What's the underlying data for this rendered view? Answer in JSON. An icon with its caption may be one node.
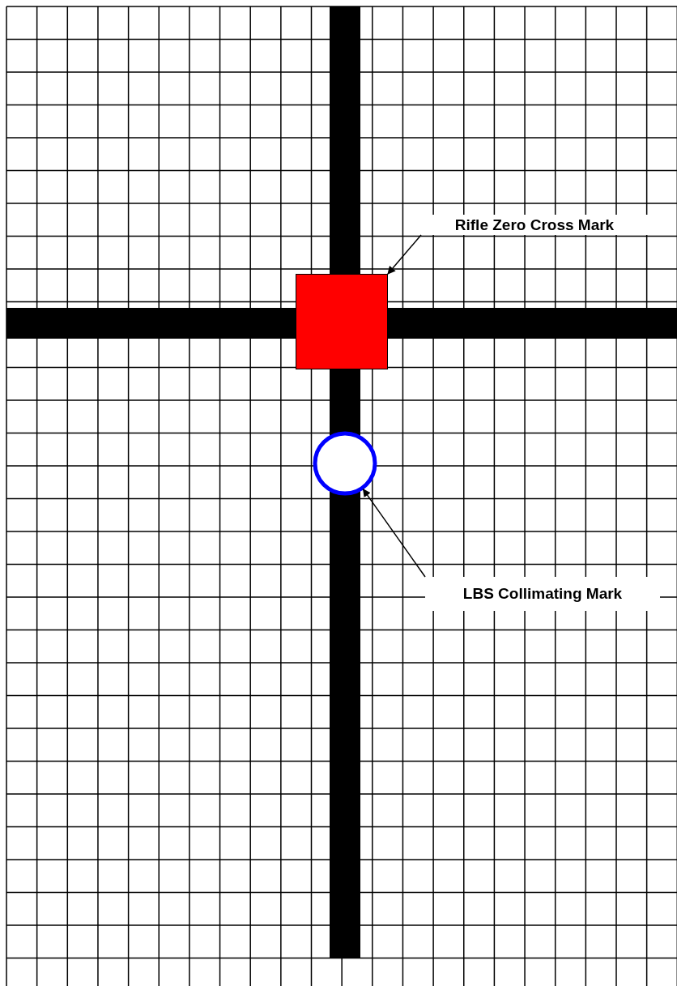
{
  "diagram": {
    "nodes": [
      {
        "text": [
          "Rifle Zero Cross Mark"
        ]
      },
      {
        "text": [],
        "shape": "box"
      },
      {
        "text": [
          "LBS Collimating Mark"
        ]
      },
      {
        "text": [],
        "shape": "circle"
      }
    ],
    "edges": [
      {
        "from": 0,
        "to": 1,
        "arrow": "to"
      },
      {
        "from": 2,
        "to": 3,
        "arrow": "to"
      }
    ]
  }
}
